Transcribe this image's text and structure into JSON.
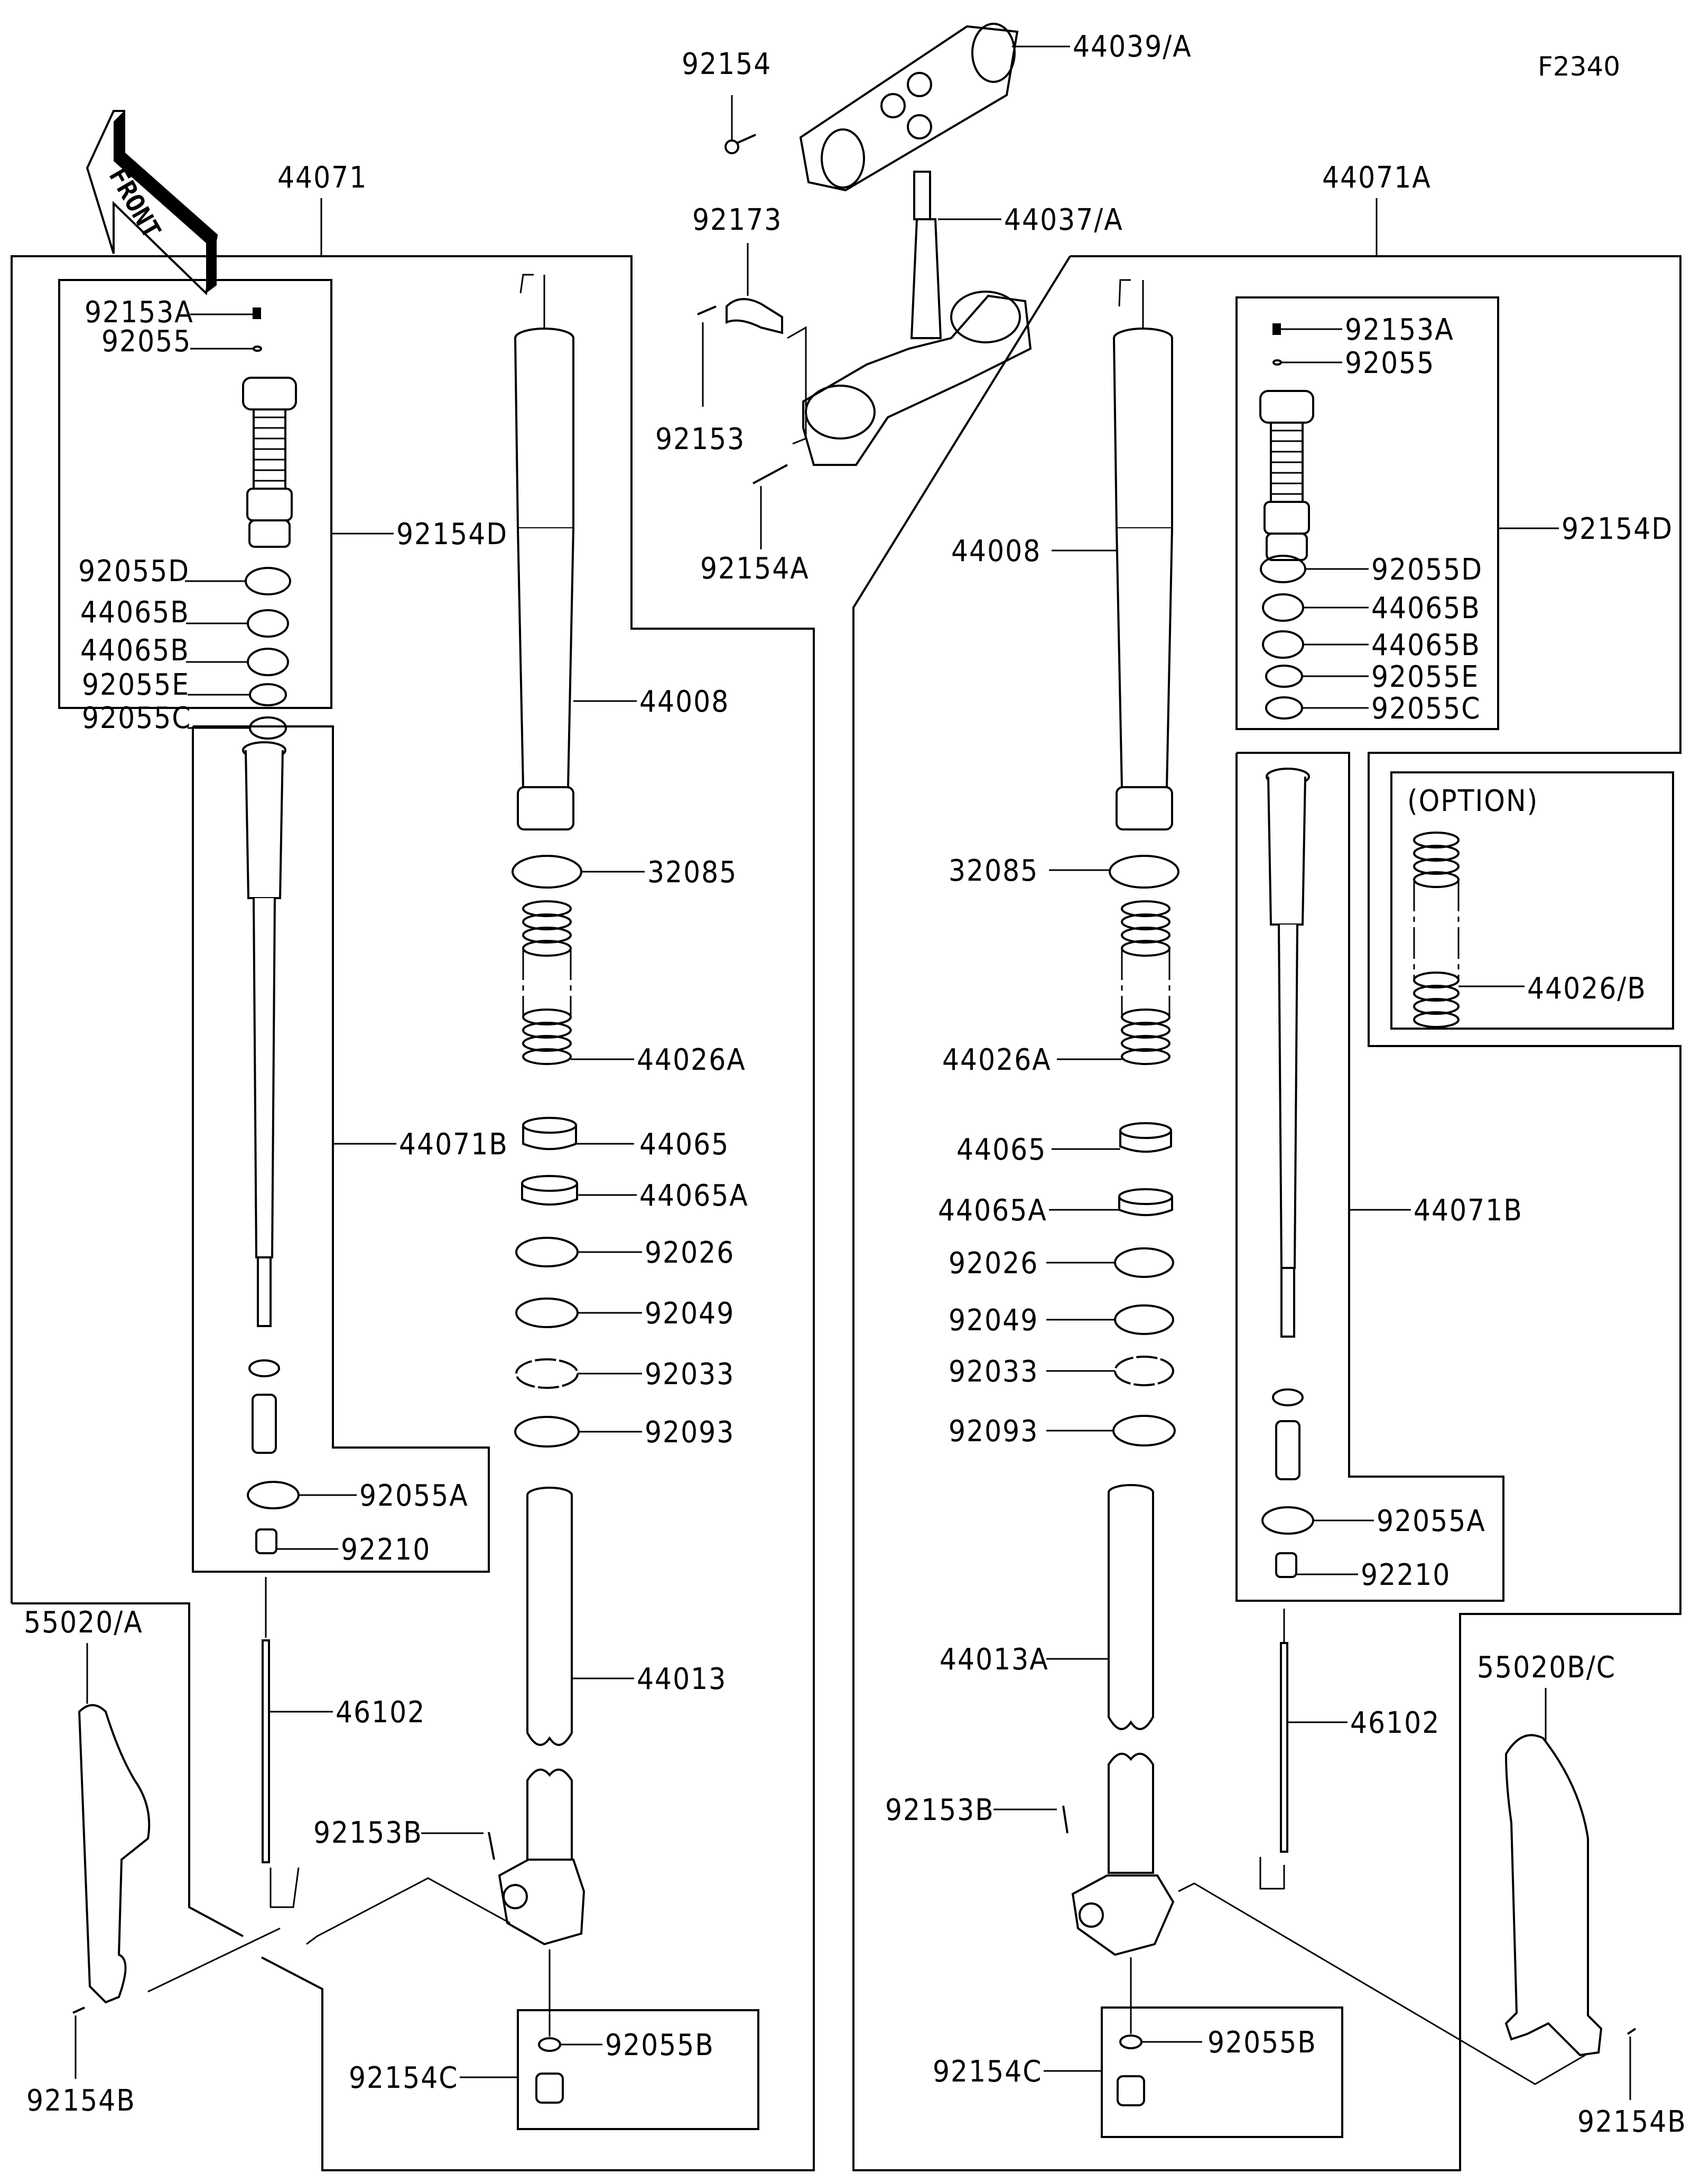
{
  "figure_id": "F2340",
  "front_marker": "FRONT",
  "option_label": "(OPTION)",
  "groups": {
    "left_fork": "44071",
    "right_fork": "44071A"
  },
  "top": {
    "upper_bracket": "44039/A",
    "upper_bolt": "92154",
    "stem": "44037/A",
    "clamp": "92173",
    "clamp_bolt": "92153",
    "lower_bolt": "92154A"
  },
  "left": {
    "cap_assy": {
      "bolt": "92153A",
      "oring_small": "92055",
      "assy": "92154D",
      "oring_d": "92055D",
      "ring_b1": "44065B",
      "ring_b2": "44065B",
      "oring_e": "92055E",
      "oring_c": "92055C"
    },
    "outer_tube": "44008",
    "ring": "32085",
    "spring": "44026A",
    "bush1": "44065",
    "bush2": "44065A",
    "washer": "92026",
    "oil_seal": "92049",
    "circlip": "92033",
    "dust_seal": "92093",
    "cartridge": "44071B",
    "oring_a": "92055A",
    "nut": "92210",
    "inner_tube": "44013",
    "rod": "46102",
    "axle_bolt": "92153B",
    "bottom_bolt_assy": "92154C",
    "oring_b": "92055B",
    "guard": "55020/A",
    "guard_bolt": "92154B"
  },
  "right": {
    "cap_assy": {
      "bolt": "92153A",
      "oring_small": "92055",
      "assy": "92154D",
      "oring_d": "92055D",
      "ring_b1": "44065B",
      "ring_b2": "44065B",
      "oring_e": "92055E",
      "oring_c": "92055C"
    },
    "outer_tube": "44008",
    "ring": "32085",
    "spring": "44026A",
    "option_spring": "44026/B",
    "bush1": "44065",
    "bush2": "44065A",
    "washer": "92026",
    "oil_seal": "92049",
    "circlip": "92033",
    "dust_seal": "92093",
    "cartridge": "44071B",
    "oring_a": "92055A",
    "nut": "92210",
    "inner_tube": "44013A",
    "rod": "46102",
    "axle_bolt": "92153B",
    "bottom_bolt_assy": "92154C",
    "oring_b": "92055B",
    "guard": "55020B/C",
    "guard_bolt": "92154B"
  }
}
